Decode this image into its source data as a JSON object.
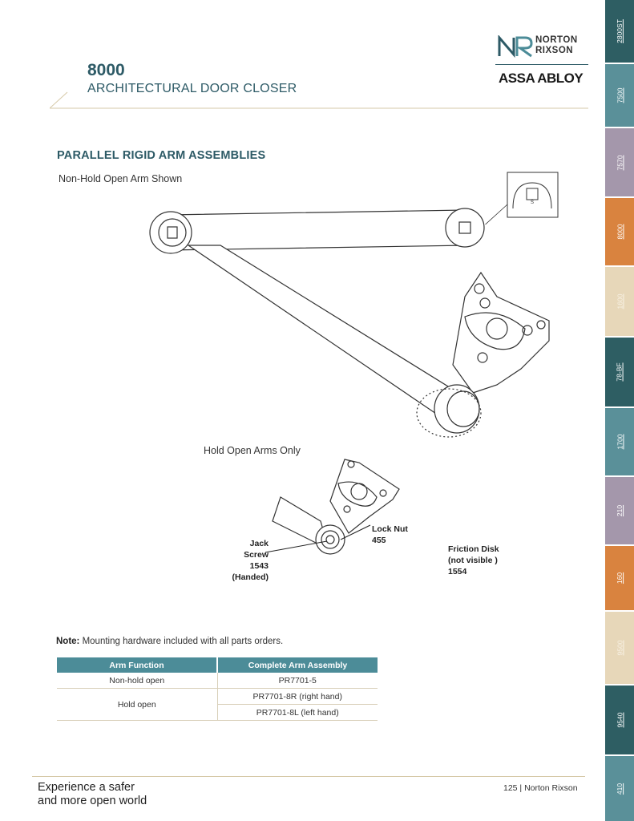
{
  "header": {
    "model_number": "8000",
    "model_name": "ARCHITECTURAL DOOR CLOSER",
    "brand_line1": "NORTON",
    "brand_line2": "RIXSON",
    "parent_brand": "ASSA ABLOY"
  },
  "section": {
    "title": "PARALLEL RIGID ARM ASSEMBLIES",
    "subtitle": "Non-Hold Open Arm Shown",
    "hold_open_label": "Hold Open Arms Only"
  },
  "callouts": {
    "jack_screw": [
      "Jack Screw",
      "1543",
      "(Handed)"
    ],
    "lock_nut": [
      "Lock Nut",
      "455"
    ],
    "friction_disk": [
      "Friction Disk",
      "(not visible )",
      "1554"
    ]
  },
  "note": {
    "prefix": "Note:",
    "text": " Mounting hardware included with all parts orders."
  },
  "table": {
    "headers": [
      "Arm Function",
      "Complete Arm Assembly"
    ],
    "row1": {
      "function": "Non-hold open",
      "assembly": "PR7701-5"
    },
    "row2": {
      "function": "Hold open",
      "assembly_a": "PR7701-8R (right hand)",
      "assembly_b": "PR7701-8L (left hand)"
    }
  },
  "footer": {
    "tagline_line1": "Experience a safer",
    "tagline_line2": "and more open world",
    "page_number": "125 | Norton Rixson"
  },
  "side_tabs": [
    {
      "label": "2800ST",
      "color": "#2e5e63"
    },
    {
      "label": "7500",
      "color": "#5a9099"
    },
    {
      "label": "7570",
      "color": "#a497ab"
    },
    {
      "label": "8000",
      "color": "#d9833f"
    },
    {
      "label": "1600",
      "color": "#e7d7b9"
    },
    {
      "label": "78-BF",
      "color": "#2e5e63"
    },
    {
      "label": "1700",
      "color": "#5a9099"
    },
    {
      "label": "210",
      "color": "#a497ab"
    },
    {
      "label": "160",
      "color": "#d9833f"
    },
    {
      "label": "9500",
      "color": "#e7d7b9"
    },
    {
      "label": "9540",
      "color": "#2e5e63"
    },
    {
      "label": "410",
      "color": "#5a9099"
    }
  ],
  "colors": {
    "accent_teal": "#2d5a66",
    "table_header": "#4c8c98",
    "rule_tan": "#d6c9a8"
  }
}
